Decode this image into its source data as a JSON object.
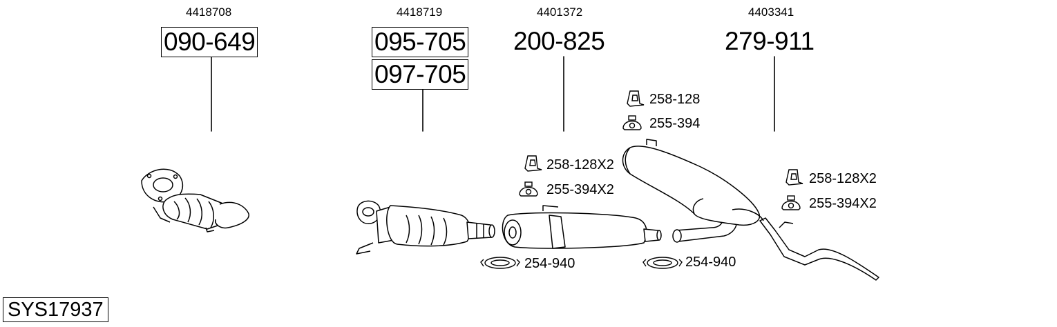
{
  "diagram": {
    "system_code": "SYS17937",
    "parts": [
      {
        "id": "catalytic-converter",
        "oem": "4418708",
        "numbers": [
          "090-649"
        ],
        "boxed": true
      },
      {
        "id": "particle-filter",
        "oem": "4418719",
        "numbers": [
          "095-705",
          "097-705"
        ],
        "boxed": true
      },
      {
        "id": "middle-silencer",
        "oem": "4401372",
        "numbers": [
          "200-825"
        ],
        "boxed": false
      },
      {
        "id": "rear-silencer",
        "oem": "4403341",
        "numbers": [
          "279-911"
        ],
        "boxed": false
      }
    ],
    "accessories": {
      "middle_bracket": "258-128X2",
      "middle_rubber": "255-394X2",
      "top_bracket": "258-128",
      "top_rubber": "255-394",
      "rear_bracket": "258-128X2",
      "rear_rubber": "255-394X2",
      "clamp_left": "254-940",
      "clamp_right": "254-940"
    },
    "icons": [
      "bracket-icon",
      "rubber-mount-icon",
      "clamp-icon"
    ],
    "colors": {
      "ink": "#000000",
      "background": "#ffffff"
    }
  }
}
